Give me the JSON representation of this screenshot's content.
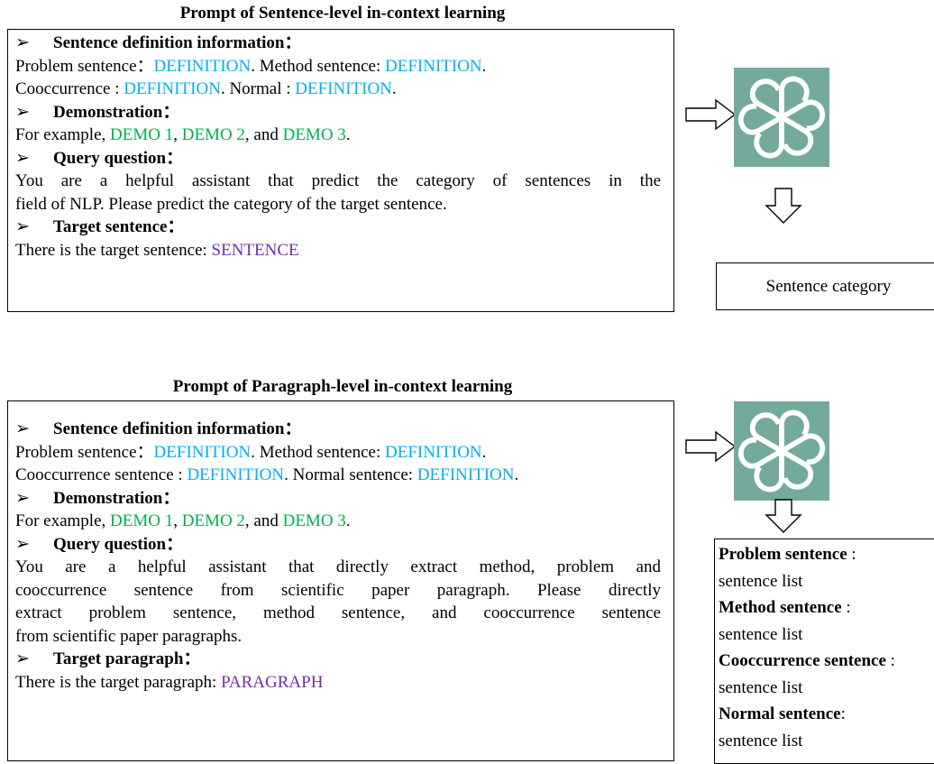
{
  "top": {
    "title": "Prompt of Sentence-level in-context learning",
    "arrow_glyph": "➢",
    "def_heading": "Sentence definition information：",
    "def_line1": {
      "a": "Problem sentence：",
      "b": "DEFINITION",
      "c": ". Method sentence: ",
      "d": "DEFINITION",
      "e": "."
    },
    "def_line2": {
      "a": "Cooccurrence : ",
      "b": "DEFINITION",
      "c": ".  Normal : ",
      "d": "DEFINITION",
      "e": "."
    },
    "demo_heading": "Demonstration：",
    "demo_line": {
      "a": "For example, ",
      "b": "DEMO 1",
      "c": ", ",
      "d": "DEMO 2",
      "e": ", and ",
      "f": "DEMO 3",
      "g": "."
    },
    "query_heading": "Query question：",
    "query_line1": "You are a helpful assistant that predict the category of sentences in the",
    "query_line2": "field of NLP. Please predict the category of the target sentence.",
    "target_heading": "Target sentence：",
    "target_line": {
      "a": "There is the target sentence: ",
      "b": "SENTENCE"
    },
    "output": "Sentence category"
  },
  "bottom": {
    "title": "Prompt of Paragraph-level in-context learning",
    "arrow_glyph": "➢",
    "def_heading": "Sentence definition information：",
    "def_line1": {
      "a": "Problem sentence：",
      "b": "DEFINITION",
      "c": ". Method sentence: ",
      "d": "DEFINITION",
      "e": "."
    },
    "def_line2": {
      "a": "Cooccurrence sentence : ",
      "b": "DEFINITION",
      "c": ".  Normal sentence: ",
      "d": "DEFINITION",
      "e": "."
    },
    "demo_heading": "Demonstration：",
    "demo_line": {
      "a": "For example, ",
      "b": "DEMO 1",
      "c": ", ",
      "d": "DEMO 2",
      "e": ", and ",
      "f": "DEMO 3",
      "g": "."
    },
    "query_heading": "Query question：",
    "query_line1": "You are a helpful assistant that directly extract method, problem and",
    "query_line2": "cooccurrence sentence from scientific paper paragraph. Please directly",
    "query_line3": "extract problem sentence, method sentence, and cooccurrence sentence",
    "query_line4": "from scientific paper paragraphs.",
    "target_heading": "Target paragraph：",
    "target_line": {
      "a": "There is the target paragraph: ",
      "b": "PARAGRAPH"
    },
    "output": [
      {
        "label": "Problem sentence",
        "sep": " :",
        "value": "sentence list"
      },
      {
        "label": "Method sentence",
        "sep": " :",
        "value": "sentence list"
      },
      {
        "label": "Cooccurrence sentence",
        "sep": " :",
        "value": "sentence list"
      },
      {
        "label": "Normal sentence",
        "sep": ":",
        "value": "sentence list"
      }
    ]
  },
  "colors": {
    "definition": "#00b0f0",
    "demo": "#00b050",
    "target": "#7030a0",
    "logo_bg": "#74aa9c"
  },
  "icons": {
    "model": "chatgpt-logo-icon",
    "flow_right": "hollow-arrow-right-icon",
    "flow_down": "hollow-arrow-down-icon"
  }
}
